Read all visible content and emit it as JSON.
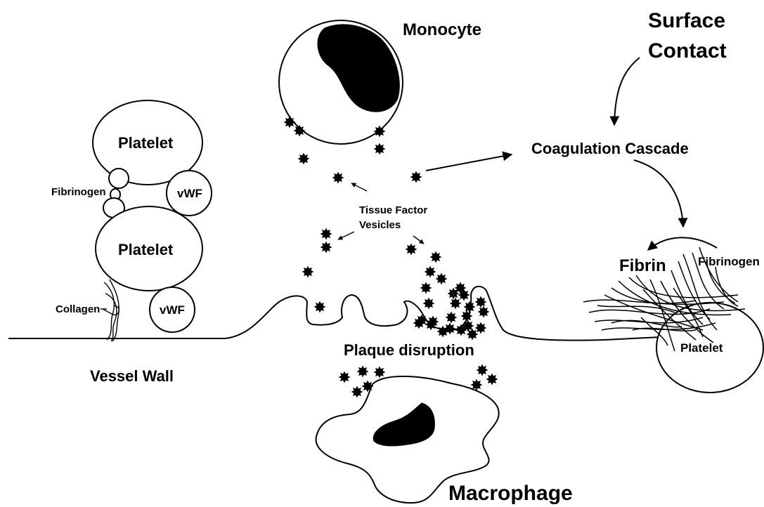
{
  "labels": {
    "monocyte": "Monocyte",
    "surface_contact_line1": "Surface",
    "surface_contact_line2": "Contact",
    "coagulation_cascade": "Coagulation Cascade",
    "platelet_top": "Platelet",
    "platelet_middle": "Platelet",
    "platelet_right": "Platelet",
    "fibrinogen_left": "Fibrinogen",
    "vwf_top": "vWF",
    "vwf_bottom": "vWF",
    "collagen": "Collagen",
    "tissue_factor_line1": "Tissue Factor",
    "tissue_factor_line2": "Vesicles",
    "fibrin": "Fibrin",
    "fibrinogen_right": "Fibrinogen",
    "plaque_disruption": "Plaque disruption",
    "vessel_wall": "Vessel Wall",
    "macrophage": "Macrophage"
  },
  "colors": {
    "ink": "#000000",
    "background": "#ffffff"
  },
  "vesicle_count": 44
}
